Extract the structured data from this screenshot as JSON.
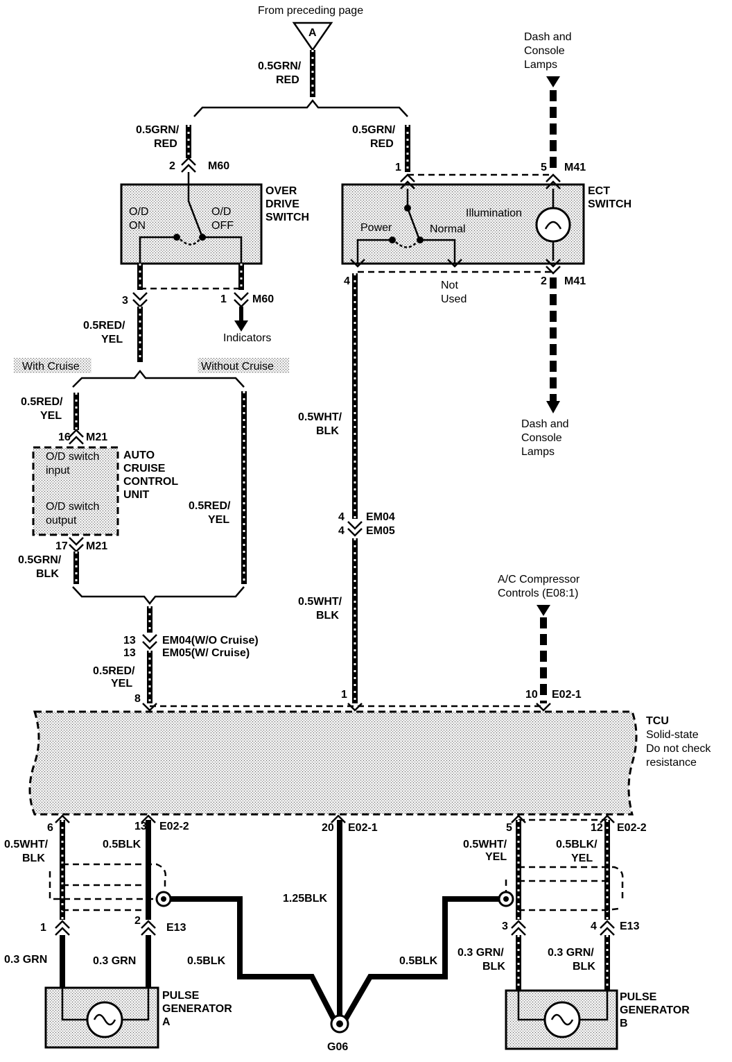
{
  "header": {
    "from_page": "From preceding page",
    "connector": "A"
  },
  "wires": {
    "w1": "0.5GRN/",
    "w1b": "RED",
    "w2": "0.5GRN/",
    "w2b": "RED",
    "w3": "0.5GRN/",
    "w3b": "RED",
    "w4": "0.5RED/",
    "w4b": "YEL",
    "w5": "0.5RED/",
    "w5b": "YEL",
    "w6": "0.5GRN/",
    "w6b": "BLK",
    "w7": "0.5RED/",
    "w7b": "YEL",
    "w8": "0.5RED/",
    "w8b": "YEL",
    "w9": "0.5WHT/",
    "w9b": "BLK",
    "w10": "0.5WHT/",
    "w10b": "BLK",
    "w11": "0.5WHT/",
    "w11b": "BLK",
    "w12": "0.5BLK",
    "w13": "1.25BLK",
    "w14": "0.5WHT/",
    "w14b": "YEL",
    "w15": "0.5BLK/",
    "w15b": "YEL",
    "w16": "0.3 GRN",
    "w17": "0.3 GRN",
    "w18": "0.5BLK",
    "w19": "0.5BLK",
    "w20": "0.3 GRN/",
    "w20b": "BLK",
    "w21": "0.3 GRN/",
    "w21b": "BLK"
  },
  "labels": {
    "dash_top": [
      "Dash and",
      "Console",
      "Lamps"
    ],
    "dash_bottom": [
      "Dash and",
      "Console",
      "Lamps"
    ],
    "indicators": "Indicators",
    "with_cruise": "With Cruise",
    "without_cruise": "Without Cruise",
    "not_used": [
      "Not",
      "Used"
    ],
    "ac_controls": [
      "A/C Compressor",
      "Controls (E08:1)"
    ],
    "ground": "G06"
  },
  "components": {
    "overdrive": {
      "name": [
        "OVER",
        "DRIVE",
        "SWITCH"
      ],
      "on": [
        "O/D",
        "ON"
      ],
      "off": [
        "O/D",
        "OFF"
      ]
    },
    "ect": {
      "name": [
        "ECT",
        "SWITCH"
      ],
      "power": "Power",
      "normal": "Normal",
      "illumination": "Illumination"
    },
    "cruise": {
      "name": [
        "AUTO",
        "CRUISE",
        "CONTROL",
        "UNIT"
      ],
      "input": [
        "O/D switch",
        "input"
      ],
      "output": [
        "O/D switch",
        "output"
      ]
    },
    "tcu": {
      "name": "TCU",
      "note": [
        "Solid-state",
        "Do not check",
        "resistance"
      ]
    },
    "pulse_a": {
      "name": [
        "PULSE",
        "GENERATOR",
        "A"
      ]
    },
    "pulse_b": {
      "name": [
        "PULSE",
        "GENERATOR",
        "B"
      ]
    }
  },
  "connectors": {
    "m60_2": "2",
    "m60": "M60",
    "m60_3": "3",
    "m60_1": "1",
    "m60b": "M60",
    "m41_1": "1",
    "m41_5": "5",
    "m41": "M41",
    "m41_4": "4",
    "m41_2": "2",
    "m41b": "M41",
    "m21_16": "16",
    "m21": "M21",
    "m21_17": "17",
    "m21b": "M21",
    "em_4a": "4",
    "em04": "EM04",
    "em_4b": "4",
    "em05": "EM05",
    "em_13a": "13",
    "em04wo": "EM04(W/O Cruise)",
    "em_13b": "13",
    "em05w": "EM05(W/ Cruise)",
    "tcu_8": "8",
    "tcu_1": "1",
    "tcu_10": "10",
    "e021_top": "E02-1",
    "tcu_6": "6",
    "tcu_13": "13",
    "e022a": "E02-2",
    "tcu_20": "20",
    "e021_bot": "E02-1",
    "tcu_5": "5",
    "tcu_12": "12",
    "e022b": "E02-2",
    "e13_1": "1",
    "e13_2": "2",
    "e13a": "E13",
    "e13_3": "3",
    "e13_4": "4",
    "e13b": "E13"
  }
}
